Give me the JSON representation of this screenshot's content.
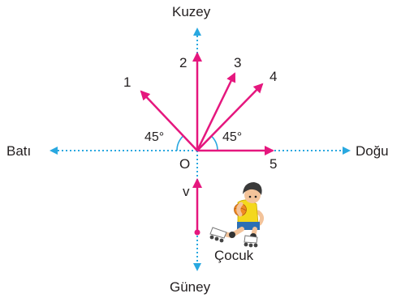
{
  "directions": {
    "north": "Kuzey",
    "south": "Güney",
    "west": "Batı",
    "east": "Doğu"
  },
  "origin_label": "O",
  "vector_labels": [
    "1",
    "2",
    "3",
    "4",
    "5"
  ],
  "velocity_label": "v",
  "child_label": "Çocuk",
  "angle_left": "45°",
  "angle_right": "45°",
  "colors": {
    "axis": "#29a8e0",
    "vector": "#e5177e",
    "text": "#231f20"
  }
}
